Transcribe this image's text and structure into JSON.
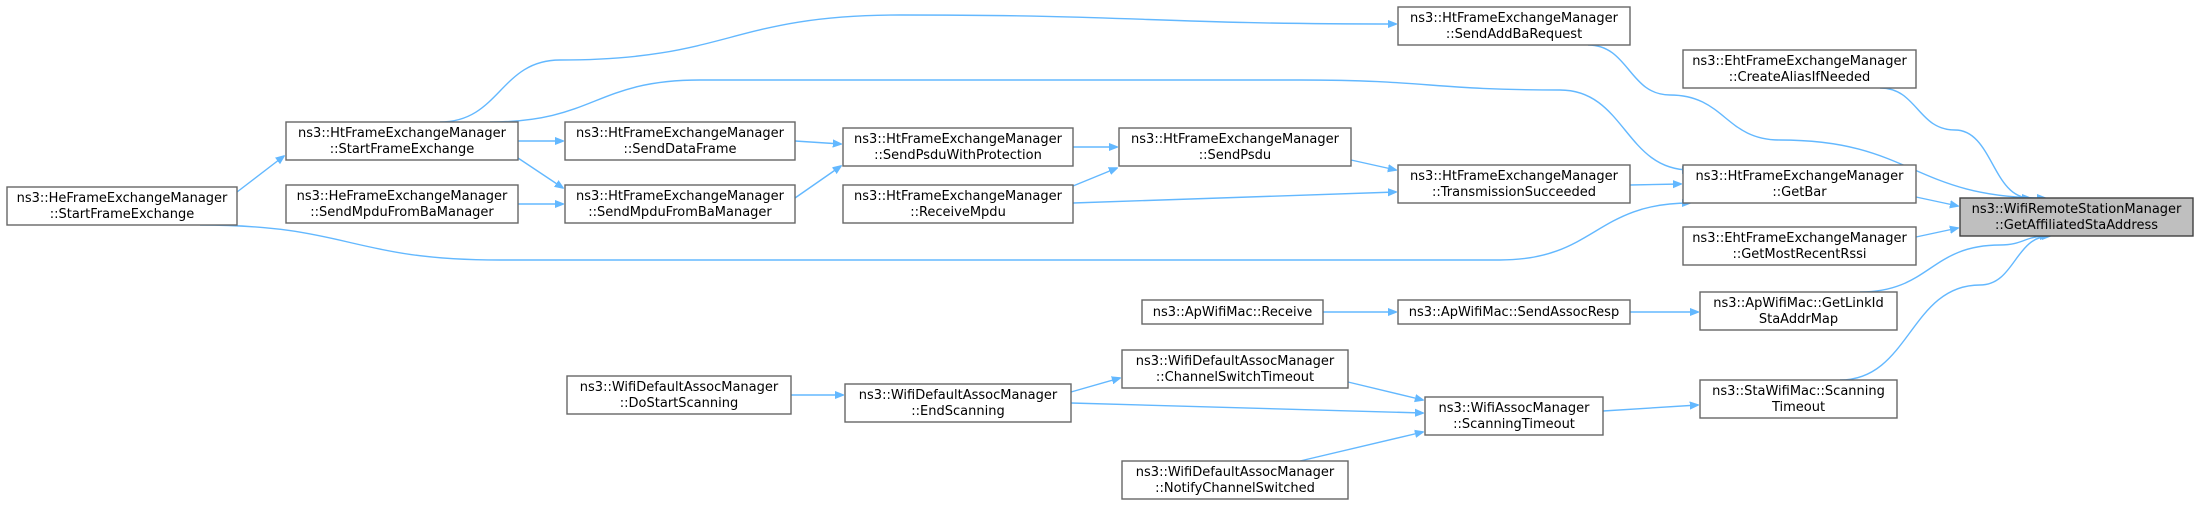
{
  "graph": {
    "nodes": [
      {
        "id": "root",
        "lines": [
          "ns3::WifiRemoteStationManager",
          "::GetAffiliatedStaAddress"
        ],
        "root": true
      },
      {
        "id": "sendAddBa",
        "lines": [
          "ns3::HtFrameExchangeManager",
          "::SendAddBaRequest"
        ]
      },
      {
        "id": "ehtCreateAlias",
        "lines": [
          "ns3::EhtFrameExchangeManager",
          "::CreateAliasIfNeeded"
        ]
      },
      {
        "id": "getBar",
        "lines": [
          "ns3::HtFrameExchangeManager",
          "::GetBar"
        ]
      },
      {
        "id": "ehtRecentRssi",
        "lines": [
          "ns3::EhtFrameExchangeManager",
          "::GetMostRecentRssi"
        ]
      },
      {
        "id": "getLinkId",
        "lines": [
          "ns3::ApWifiMac::GetLinkId",
          "StaAddrMap"
        ]
      },
      {
        "id": "staScanTimeout",
        "lines": [
          "ns3::StaWifiMac::Scanning",
          "Timeout"
        ]
      },
      {
        "id": "htStartFx",
        "lines": [
          "ns3::HtFrameExchangeManager",
          "::StartFrameExchange"
        ]
      },
      {
        "id": "heStartFx",
        "lines": [
          "ns3::HeFrameExchangeManager",
          "::StartFrameExchange"
        ]
      },
      {
        "id": "txSucceeded",
        "lines": [
          "ns3::HtFrameExchangeManager",
          "::TransmissionSucceeded"
        ]
      },
      {
        "id": "sendPsdu",
        "lines": [
          "ns3::HtFrameExchangeManager",
          "::SendPsdu"
        ]
      },
      {
        "id": "sendPsduProt",
        "lines": [
          "ns3::HtFrameExchangeManager",
          "::SendPsduWithProtection"
        ]
      },
      {
        "id": "receiveMpdu",
        "lines": [
          "ns3::HtFrameExchangeManager",
          "::ReceiveMpdu"
        ]
      },
      {
        "id": "sendDataFrame",
        "lines": [
          "ns3::HtFrameExchangeManager",
          "::SendDataFrame"
        ]
      },
      {
        "id": "htSendMpduBa",
        "lines": [
          "ns3::HtFrameExchangeManager",
          "::SendMpduFromBaManager"
        ]
      },
      {
        "id": "heSendMpduBa",
        "lines": [
          "ns3::HeFrameExchangeManager",
          "::SendMpduFromBaManager"
        ]
      },
      {
        "id": "sendAssocResp",
        "lines": [
          "ns3::ApWifiMac::SendAssocResp"
        ]
      },
      {
        "id": "apReceive",
        "lines": [
          "ns3::ApWifiMac::Receive"
        ]
      },
      {
        "id": "assocScanTimeout",
        "lines": [
          "ns3::WifiAssocManager",
          "::ScanningTimeout"
        ]
      },
      {
        "id": "chanSwitchTimeout",
        "lines": [
          "ns3::WifiDefaultAssocManager",
          "::ChannelSwitchTimeout"
        ]
      },
      {
        "id": "endScanning",
        "lines": [
          "ns3::WifiDefaultAssocManager",
          "::EndScanning"
        ]
      },
      {
        "id": "notifyChanSwitched",
        "lines": [
          "ns3::WifiDefaultAssocManager",
          "::NotifyChannelSwitched"
        ]
      },
      {
        "id": "doStartScanning",
        "lines": [
          "ns3::WifiDefaultAssocManager",
          "::DoStartScanning"
        ]
      }
    ],
    "edges": [
      [
        "sendAddBa",
        "root"
      ],
      [
        "ehtCreateAlias",
        "root"
      ],
      [
        "getBar",
        "root"
      ],
      [
        "ehtRecentRssi",
        "root"
      ],
      [
        "getLinkId",
        "root"
      ],
      [
        "staScanTimeout",
        "root"
      ],
      [
        "htStartFx",
        "sendAddBa"
      ],
      [
        "htStartFx",
        "getBar"
      ],
      [
        "heStartFx",
        "getBar"
      ],
      [
        "txSucceeded",
        "getBar"
      ],
      [
        "sendPsdu",
        "txSucceeded"
      ],
      [
        "receiveMpdu",
        "txSucceeded"
      ],
      [
        "sendPsduProt",
        "sendPsdu"
      ],
      [
        "receiveMpdu",
        "sendPsdu"
      ],
      [
        "sendDataFrame",
        "sendPsduProt"
      ],
      [
        "htSendMpduBa",
        "sendPsduProt"
      ],
      [
        "htStartFx",
        "sendDataFrame"
      ],
      [
        "htStartFx",
        "htSendMpduBa"
      ],
      [
        "heSendMpduBa",
        "htSendMpduBa"
      ],
      [
        "heStartFx",
        "htStartFx"
      ],
      [
        "sendAssocResp",
        "getLinkId"
      ],
      [
        "apReceive",
        "sendAssocResp"
      ],
      [
        "assocScanTimeout",
        "staScanTimeout"
      ],
      [
        "chanSwitchTimeout",
        "assocScanTimeout"
      ],
      [
        "endScanning",
        "assocScanTimeout"
      ],
      [
        "notifyChanSwitched",
        "assocScanTimeout"
      ],
      [
        "endScanning",
        "chanSwitchTimeout"
      ],
      [
        "doStartScanning",
        "endScanning"
      ]
    ]
  }
}
